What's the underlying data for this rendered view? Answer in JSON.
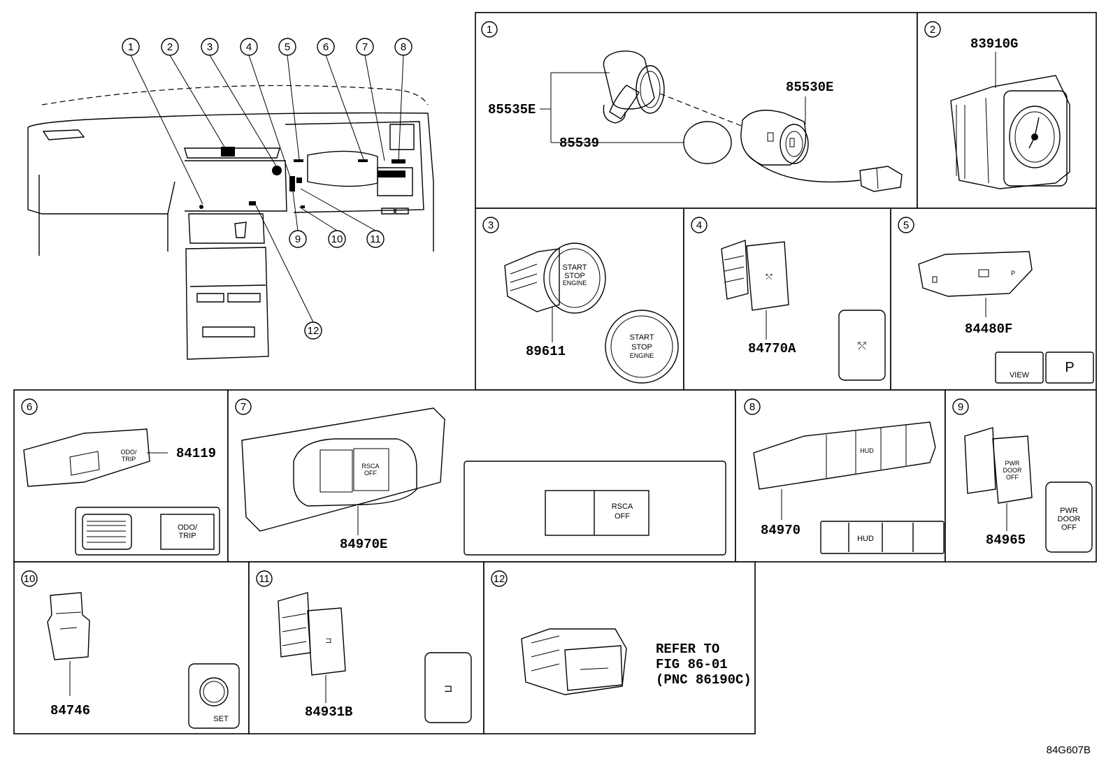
{
  "figure_code": "84G607B",
  "overview_callouts": [
    "1",
    "2",
    "3",
    "4",
    "5",
    "6",
    "7",
    "8",
    "9",
    "10",
    "11",
    "12"
  ],
  "panels": [
    {
      "id": "1",
      "parts": [
        "85535E",
        "85539",
        "85530E"
      ]
    },
    {
      "id": "2",
      "parts": [
        "83910G"
      ]
    },
    {
      "id": "3",
      "parts": [
        "89611"
      ],
      "button_text": [
        "START",
        "STOP",
        "ENGINE"
      ]
    },
    {
      "id": "4",
      "parts": [
        "84770A"
      ]
    },
    {
      "id": "5",
      "parts": [
        "84480F"
      ],
      "labels": [
        "VIEW",
        "P"
      ]
    },
    {
      "id": "6",
      "parts": [
        "84119"
      ],
      "labels": [
        "ODO/",
        "TRIP"
      ]
    },
    {
      "id": "7",
      "parts": [
        "84970E"
      ],
      "labels": [
        "RSCA",
        "OFF"
      ]
    },
    {
      "id": "8",
      "parts": [
        "84970"
      ],
      "labels": [
        "HUD"
      ]
    },
    {
      "id": "9",
      "parts": [
        "84965"
      ],
      "labels": [
        "PWR",
        "DOOR",
        "OFF"
      ]
    },
    {
      "id": "10",
      "parts": [
        "84746"
      ],
      "labels": [
        "SET"
      ]
    },
    {
      "id": "11",
      "parts": [
        "84931B"
      ]
    },
    {
      "id": "12",
      "refer": [
        "REFER TO",
        "FIG 86-01",
        "(PNC 86190C)"
      ]
    }
  ]
}
